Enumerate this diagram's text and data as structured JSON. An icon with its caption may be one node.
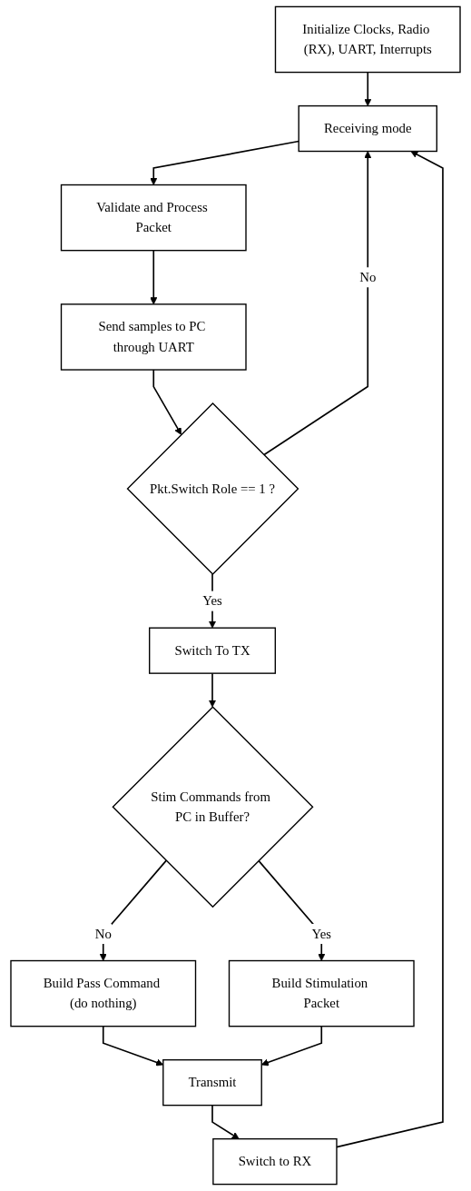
{
  "diagram": {
    "nodes": [
      {
        "text": [
          "Initialize Clocks, Radio (RX), UART, Interrupts"
        ]
      },
      {
        "text": [
          "Receiving mode"
        ]
      },
      {
        "text": [
          "Validate and Process Packet"
        ]
      },
      {
        "text": [
          "Send samples to PC through UART"
        ]
      },
      {
        "text": [
          "Pkt.Switch Role == 1 ?"
        ]
      },
      {
        "text": [
          "Switch To TX"
        ]
      },
      {
        "text": [
          "Stim Commands from PC in Buffer?"
        ]
      },
      {
        "text": [
          "Build Pass Command (do nothing)"
        ]
      },
      {
        "text": [
          "Build Stimulation Packet"
        ]
      },
      {
        "text": [
          "Transmit"
        ]
      },
      {
        "text": [
          "Switch to RX"
        ]
      }
    ],
    "edges": [
      {
        "from": 0,
        "to": 1,
        "arrow": "to"
      },
      {
        "from": 1,
        "to": 2,
        "arrow": "to"
      },
      {
        "from": 2,
        "to": 3,
        "arrow": "to"
      },
      {
        "from": 3,
        "to": 4,
        "arrow": "to"
      },
      {
        "from": 4,
        "to": 1,
        "arrow": "to",
        "label": "No"
      },
      {
        "from": 4,
        "to": 5,
        "arrow": "to",
        "label": "Yes"
      },
      {
        "from": 5,
        "to": 6,
        "arrow": "to"
      },
      {
        "from": 6,
        "to": 7,
        "arrow": "to",
        "label": "No"
      },
      {
        "from": 6,
        "to": 8,
        "arrow": "to",
        "label": "Yes"
      },
      {
        "from": 7,
        "to": 9,
        "arrow": "to"
      },
      {
        "from": 8,
        "to": 9,
        "arrow": "to"
      },
      {
        "from": 9,
        "to": 10,
        "arrow": "to"
      },
      {
        "from": 10,
        "to": 1,
        "arrow": "to"
      }
    ]
  }
}
